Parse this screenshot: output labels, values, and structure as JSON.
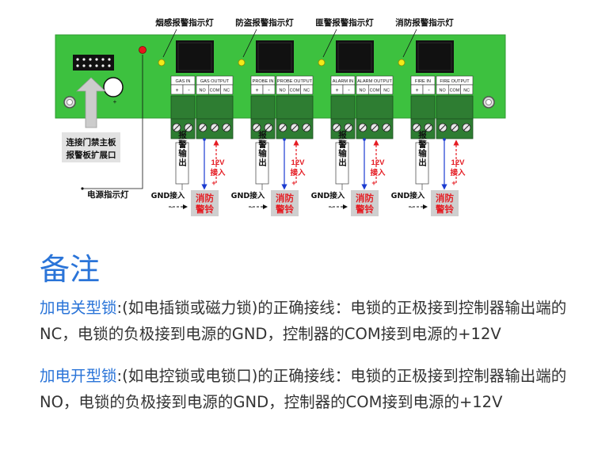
{
  "colors": {
    "board": "#3dc13f",
    "board_edge": "#2f9a32",
    "relay": "#111111",
    "terminal": "#2e7d32",
    "alarm_label_bg": "#cfcfcf",
    "alarm_label_text": "#e51c23",
    "red_arrow": "#e51c23",
    "blue_arrow": "#1a3bd1",
    "accent_blue": "#2a74d8"
  },
  "board": {
    "indicator_titles": [
      "烟感报警指示灯",
      "防盗报警指示灯",
      "匪警报警指示灯",
      "消防报警指示灯"
    ],
    "channels": [
      {
        "input_label": "GAS IN",
        "output_label": "GAS OUTPUT"
      },
      {
        "input_label": "PROBE IN",
        "output_label": "PROBE OUTPUT"
      },
      {
        "input_label": "ALARM IN",
        "output_label": "ALARM OUTPUT"
      },
      {
        "input_label": "FIRE IN",
        "output_label": "FIRE OUTPUT"
      }
    ],
    "pin_plus": "+",
    "pin_minus": "-",
    "pins_out": [
      "NO",
      "COM",
      "NC"
    ],
    "connector_note": [
      "连接门禁主板",
      "报警板扩展口"
    ],
    "power_led_label": "电源指示灯",
    "plus_mark": "+",
    "alarm_output_label": "报警输出",
    "v12_label": [
      "12V",
      "接入"
    ],
    "gnd_label": "GND接入",
    "fire_bell_label": [
      "消防",
      "警铃"
    ]
  },
  "notes": {
    "title": "备注",
    "items": [
      {
        "highlight": "加电关型锁",
        "text": ":(如电插锁或磁力锁)的正确接线：电锁的正极接到控制器输出端的NC，电锁的负极接到电源的GND，控制器的COM接到电源的+12V"
      },
      {
        "highlight": "加电开型锁",
        "text": ":(如电控锁或电锁口)的正确接线：电锁的正极接到控制器输出端的NO，电锁的负极接到电源的GND，控制器的COM接到电源的+12V"
      }
    ]
  }
}
